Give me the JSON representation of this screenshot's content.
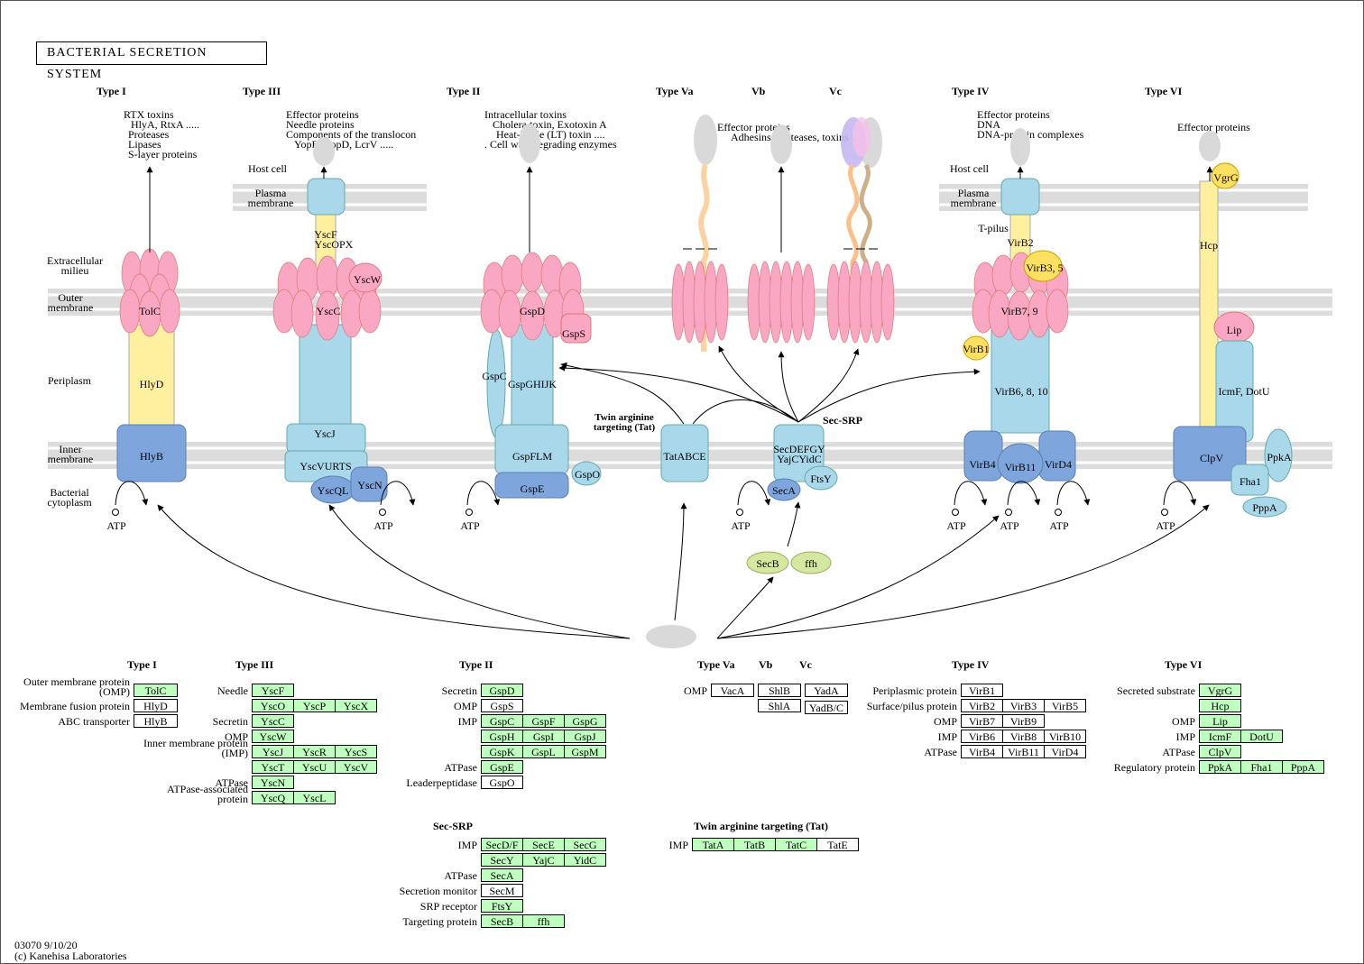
{
  "title": "BACTERIAL  SECRETION  SYSTEM",
  "footer": {
    "line1": "03070 9/10/20",
    "line2": "(c) Kanehisa Laboratories"
  },
  "colors": {
    "pink": "#f9a7c3",
    "blue": "#a8d8ea",
    "darkblue": "#7ea6dd",
    "yellow": "#fff0a0",
    "green": "#bfffbf",
    "olive": "#d4e8a0",
    "membrane": "#d9d9d9"
  },
  "diagram": {
    "regions": {
      "host_cell": "Host cell",
      "plasma_membrane": [
        "Plasma",
        "membrane"
      ],
      "extracellular": [
        "Extracellular",
        "milieu"
      ],
      "outer_membrane": [
        "Outer",
        "membrane"
      ],
      "periplasm": "Periplasm",
      "inner_membrane": [
        "Inner",
        "membrane"
      ],
      "cytoplasm": [
        "Bacterial",
        "cytoplasm"
      ],
      "host_cell2": "Host cell",
      "plasma_membrane2": [
        "Plasma",
        "membrane"
      ]
    },
    "types": {
      "t1": "Type I",
      "t3": "Type III",
      "t2": "Type II",
      "t5a": "Type Va",
      "t5b": "Vb",
      "t5c": "Vc",
      "t4": "Type IV",
      "t6": "Type VI"
    },
    "substrates": {
      "t1": [
        "RTX toxins",
        "HlyA, RtxA  .....",
        "Proteases",
        "Lipases",
        "S-layer proteins"
      ],
      "t3": [
        "Effector proteins",
        "Needle proteins",
        "Components of the translocon",
        "YopB, YopD, LcrV ....."
      ],
      "t2": [
        "Intracellular toxins",
        "Cholera toxin, Exotoxin A",
        "Heat-labile (LT) toxin  ....",
        ".  Cell wall-degrading enzymes"
      ],
      "t5": [
        "Effector proteins",
        "Adhesins, proteases, toxins ....."
      ],
      "t4": [
        "Effector proteins",
        "DNA",
        "DNA-protein complexes"
      ],
      "t6": [
        "Effector proteins"
      ]
    },
    "proteins": {
      "tolc": "TolC",
      "hlyd": "HlyD",
      "hlyb": "HlyB",
      "yscf": "YscF",
      "yscopx": "YscOPX",
      "yscw": "YscW",
      "yscc": "YscC",
      "yscj": "YscJ",
      "yscvurts": "YscVURTS",
      "yscql": "YscQL",
      "yscn": "YscN",
      "gspd": "GspD",
      "gsps": "GspS",
      "gspc": "GspC",
      "gspghijk": "GspGHIJK",
      "gspflm": "GspFLM",
      "gspe": "GspE",
      "gspo": "GspO",
      "tatabce": "TatABCE",
      "tat_label": [
        "Twin arginine",
        "targeting (Tat)"
      ],
      "secdefgy": "SecDEFGY",
      "yajcyidc": "YajCYidC",
      "ftsy": "FtsY",
      "seca": "SecA",
      "secb": "SecB",
      "ffh": "ffh",
      "secsrp": "Sec-SRP",
      "tpilus": "T-pilus",
      "virb2": "VirB2",
      "virb35": "VirB3, 5",
      "virb79": "VirB7, 9",
      "virb1": "VirB1",
      "virb6810": "VirB6, 8, 10",
      "virb4": "VirB4",
      "virb11": "VirB11",
      "vird4": "VirD4",
      "vgrg": "VgrG",
      "hcp": "Hcp",
      "lip": "Lip",
      "icmfdotu": "IcmF, DotU",
      "clpv": "ClpV",
      "ppka": "PpkA",
      "fha1": "Fha1",
      "pppa": "PppA",
      "atp": "ATP"
    }
  },
  "legend": {
    "t1": {
      "header": "Type I",
      "rows": [
        {
          "label": [
            "Outer membrane  protein",
            "(OMP)"
          ],
          "genes": [
            {
              "n": "TolC",
              "g": true
            }
          ]
        },
        {
          "label": [
            "Membrane fusion protein"
          ],
          "genes": [
            {
              "n": "HlyD",
              "g": false
            }
          ]
        },
        {
          "label": [
            "ABC transporter"
          ],
          "genes": [
            {
              "n": "HlyB",
              "g": false
            }
          ]
        }
      ]
    },
    "t3": {
      "header": "Type III",
      "rows": [
        {
          "label": [
            "Needle"
          ],
          "genes": [
            {
              "n": "YscF",
              "g": true
            }
          ]
        },
        {
          "label": [
            ""
          ],
          "genes": [
            {
              "n": "YscO",
              "g": true
            },
            {
              "n": "YscP",
              "g": true
            },
            {
              "n": "YscX",
              "g": true
            }
          ]
        },
        {
          "label": [
            "Secretin"
          ],
          "genes": [
            {
              "n": "YscC",
              "g": true
            }
          ]
        },
        {
          "label": [
            "OMP"
          ],
          "genes": [
            {
              "n": "YscW",
              "g": true
            }
          ]
        },
        {
          "label": [
            "Inner membrane protein",
            "(IMP)"
          ],
          "genes": [
            {
              "n": "YscJ",
              "g": true
            },
            {
              "n": "YscR",
              "g": true
            },
            {
              "n": "YscS",
              "g": true
            }
          ]
        },
        {
          "label": [
            ""
          ],
          "genes": [
            {
              "n": "YscT",
              "g": true
            },
            {
              "n": "YscU",
              "g": true
            },
            {
              "n": "YscV",
              "g": true
            }
          ]
        },
        {
          "label": [
            "ATPase"
          ],
          "genes": [
            {
              "n": "YscN",
              "g": true
            }
          ]
        },
        {
          "label": [
            "ATPase-associated",
            "protein"
          ],
          "genes": [
            {
              "n": "YscQ",
              "g": true
            },
            {
              "n": "YscL",
              "g": true
            }
          ]
        }
      ]
    },
    "t2": {
      "header": "Type II",
      "rows": [
        {
          "label": [
            "Secretin"
          ],
          "genes": [
            {
              "n": "GspD",
              "g": true
            }
          ]
        },
        {
          "label": [
            "OMP"
          ],
          "genes": [
            {
              "n": "GspS",
              "g": false
            }
          ]
        },
        {
          "label": [
            "IMP"
          ],
          "genes": [
            {
              "n": "GspC",
              "g": true
            },
            {
              "n": "GspF",
              "g": true
            },
            {
              "n": "GspG",
              "g": true
            }
          ]
        },
        {
          "label": [
            ""
          ],
          "genes": [
            {
              "n": "GspH",
              "g": true
            },
            {
              "n": "GspI",
              "g": true
            },
            {
              "n": "GspJ",
              "g": true
            }
          ]
        },
        {
          "label": [
            ""
          ],
          "genes": [
            {
              "n": "GspK",
              "g": true
            },
            {
              "n": "GspL",
              "g": true
            },
            {
              "n": "GspM",
              "g": true
            }
          ]
        },
        {
          "label": [
            "ATPase"
          ],
          "genes": [
            {
              "n": "GspE",
              "g": true
            }
          ]
        },
        {
          "label": [
            "Leaderpeptidase"
          ],
          "genes": [
            {
              "n": "GspO",
              "g": false
            }
          ]
        }
      ]
    },
    "t5": {
      "header_a": "Type Va",
      "header_b": "Vb",
      "header_c": "Vc",
      "omp": "OMP",
      "vacA": "VacA",
      "shlB": "ShlB",
      "shlA": "ShlA",
      "yadA": "YadA",
      "yadBC": "YadB/C"
    },
    "t4": {
      "header": "Type IV",
      "rows": [
        {
          "label": [
            "Periplasmic protein"
          ],
          "genes": [
            {
              "n": "VirB1",
              "g": false
            }
          ]
        },
        {
          "label": [
            "Surface/pilus protein"
          ],
          "genes": [
            {
              "n": "VirB2",
              "g": false
            },
            {
              "n": "VirB3",
              "g": false
            },
            {
              "n": "VirB5",
              "g": false
            }
          ]
        },
        {
          "label": [
            "OMP"
          ],
          "genes": [
            {
              "n": "VirB7",
              "g": false
            },
            {
              "n": "VirB9",
              "g": false
            }
          ]
        },
        {
          "label": [
            "IMP"
          ],
          "genes": [
            {
              "n": "VirB6",
              "g": false
            },
            {
              "n": "VirB8",
              "g": false
            },
            {
              "n": "VirB10",
              "g": false
            }
          ]
        },
        {
          "label": [
            "ATPase"
          ],
          "genes": [
            {
              "n": "VirB4",
              "g": false
            },
            {
              "n": "VirB11",
              "g": false
            },
            {
              "n": "VirD4",
              "g": false
            }
          ]
        }
      ]
    },
    "t6": {
      "header": "Type VI",
      "rows": [
        {
          "label": [
            "Secreted substrate"
          ],
          "genes": [
            {
              "n": "VgrG",
              "g": true
            }
          ]
        },
        {
          "label": [
            ""
          ],
          "genes": [
            {
              "n": "Hcp",
              "g": true
            }
          ]
        },
        {
          "label": [
            "OMP"
          ],
          "genes": [
            {
              "n": "Lip",
              "g": true
            }
          ]
        },
        {
          "label": [
            "IMP"
          ],
          "genes": [
            {
              "n": "IcmF",
              "g": true
            },
            {
              "n": "DotU",
              "g": true
            }
          ]
        },
        {
          "label": [
            "ATPase"
          ],
          "genes": [
            {
              "n": "ClpV",
              "g": true
            }
          ]
        },
        {
          "label": [
            "Regulatory protein"
          ],
          "genes": [
            {
              "n": "PpkA",
              "g": true
            },
            {
              "n": "Fha1",
              "g": true
            },
            {
              "n": "PppA",
              "g": true
            }
          ]
        }
      ]
    },
    "secsrp": {
      "header": "Sec-SRP",
      "rows": [
        {
          "label": [
            "IMP"
          ],
          "genes": [
            {
              "n": "SecD/F",
              "g": true
            },
            {
              "n": "SecE",
              "g": true
            },
            {
              "n": "SecG",
              "g": true
            }
          ]
        },
        {
          "label": [
            ""
          ],
          "genes": [
            {
              "n": "SecY",
              "g": true
            },
            {
              "n": "YajC",
              "g": true
            },
            {
              "n": "YidC",
              "g": true
            }
          ]
        },
        {
          "label": [
            "ATPase"
          ],
          "genes": [
            {
              "n": "SecA",
              "g": true
            }
          ]
        },
        {
          "label": [
            "Secretion monitor"
          ],
          "genes": [
            {
              "n": "SecM",
              "g": false
            }
          ]
        },
        {
          "label": [
            "SRP receptor"
          ],
          "genes": [
            {
              "n": "FtsY",
              "g": true
            }
          ]
        },
        {
          "label": [
            "Targeting protein"
          ],
          "genes": [
            {
              "n": "SecB",
              "g": true
            },
            {
              "n": "ffh",
              "g": true
            }
          ]
        }
      ]
    },
    "tat": {
      "header": "Twin arginine targeting (Tat)",
      "label": "IMP",
      "genes": [
        {
          "n": "TatA",
          "g": true
        },
        {
          "n": "TatB",
          "g": true
        },
        {
          "n": "TatC",
          "g": true
        },
        {
          "n": "TatE",
          "g": false
        }
      ]
    }
  }
}
